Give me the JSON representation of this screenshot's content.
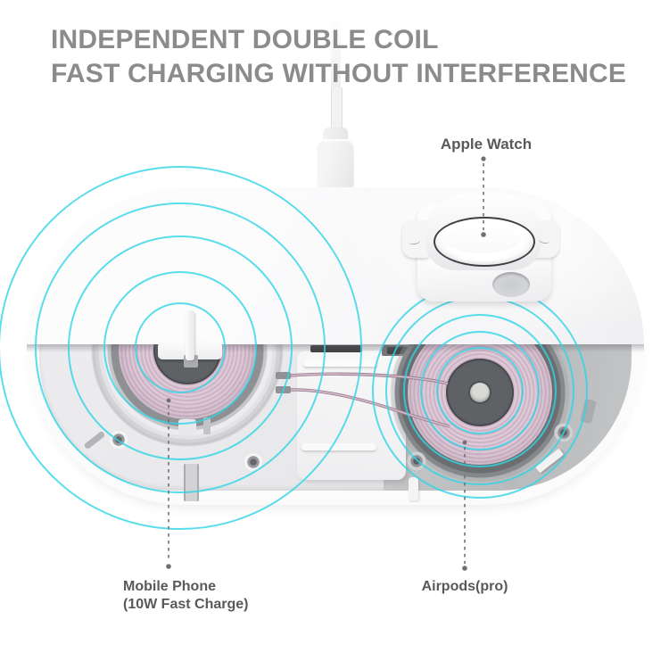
{
  "title": {
    "line1": "INDEPENDENT DOUBLE COIL",
    "line2": "FAST CHARGING WITHOUT INTERFERENCE"
  },
  "labels": {
    "watch": "Apple Watch",
    "phone_line1": "Mobile Phone",
    "phone_line2": "(10W Fast Charge)",
    "airpods": "Airpods(pro)"
  },
  "colors": {
    "accent_cyan": "#2fd4e6",
    "coil_pink": "#cfb3c6",
    "coil_pink_light": "#decbd8",
    "title_gray": "#8b8b8b",
    "label_gray": "#58595a",
    "disc_gray": "#56595c"
  }
}
